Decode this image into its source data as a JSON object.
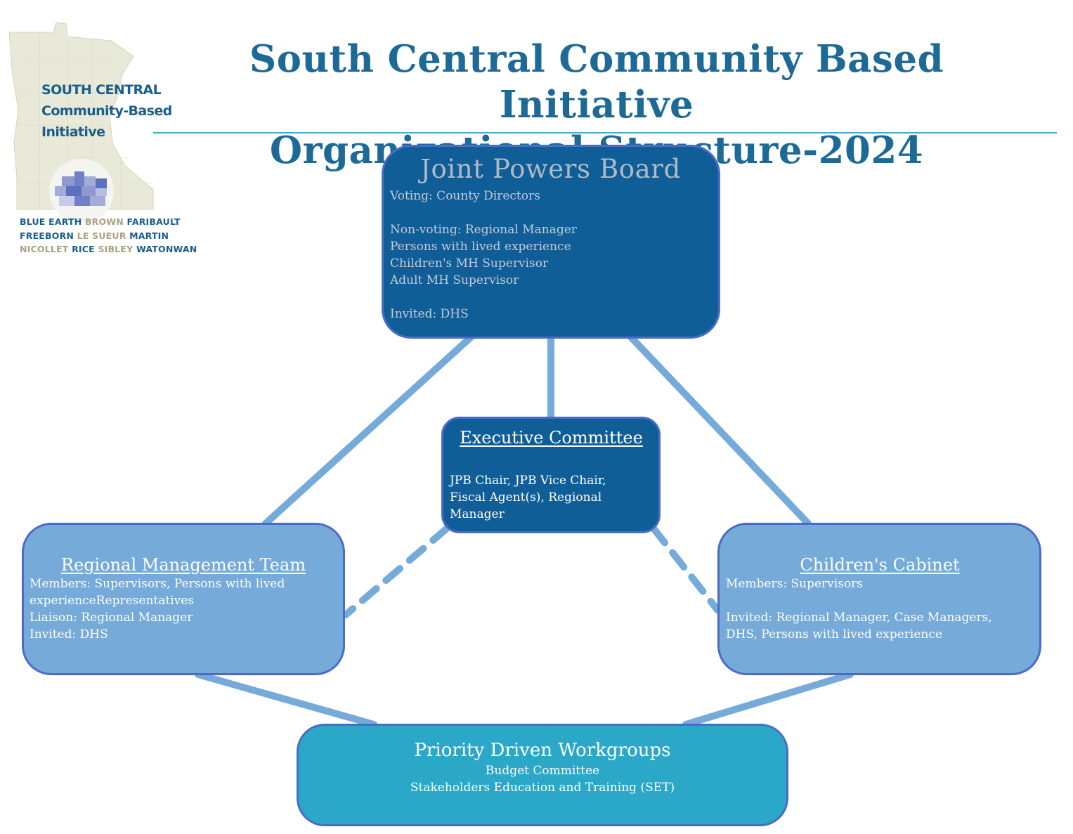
{
  "title": {
    "line1": "South Central Community Based Initiative",
    "line2": "Organizational Structure-2024"
  },
  "logo": {
    "name_lines": [
      "SOUTH CENTRAL",
      "Community-Based",
      "Initiative"
    ],
    "counties": [
      [
        {
          "name": "BLUE EARTH",
          "tone": "blue"
        },
        {
          "name": "BROWN",
          "tone": "tan"
        },
        {
          "name": "FARIBAULT",
          "tone": "blue"
        }
      ],
      [
        {
          "name": "FREEBORN",
          "tone": "blue"
        },
        {
          "name": "LE SUEUR",
          "tone": "tan"
        },
        {
          "name": "MARTIN",
          "tone": "blue"
        }
      ],
      [
        {
          "name": "NICOLLET",
          "tone": "tan"
        },
        {
          "name": "RICE",
          "tone": "blue"
        },
        {
          "name": "SIBLEY",
          "tone": "tan"
        },
        {
          "name": "WATONWAN",
          "tone": "blue"
        }
      ]
    ]
  },
  "joint_powers_board": {
    "title": "Joint Powers Board",
    "voting": "Voting: County Directors",
    "non_voting": [
      "Non-voting: Regional Manager",
      "Persons with lived experience",
      "Children's MH Supervisor",
      "Adult MH Supervisor"
    ],
    "invited": "Invited: DHS"
  },
  "executive_committee": {
    "title": "Executive Committee",
    "lines": [
      "JPB Chair, JPB Vice Chair,",
      "Fiscal Agent(s), Regional",
      "Manager"
    ]
  },
  "regional_management_team": {
    "title": "Regional Management Team ",
    "lines": [
      "Members: Supervisors, Persons with lived",
      "experienceRepresentatives",
      "Liaison: Regional Manager",
      "Invited: DHS"
    ]
  },
  "childrens_cabinet": {
    "title": "Children's Cabinet",
    "members": "Members: Supervisors",
    "invited": [
      "Invited: Regional Manager, Case Managers,",
      "DHS, Persons with lived experience"
    ]
  },
  "priority_workgroups": {
    "title": "Priority Driven Workgroups",
    "lines": [
      "Budget Committee",
      "Stakeholders Education and Training (SET)"
    ]
  },
  "colors": {
    "title": "#1d6a96",
    "dark_box": "#105e98",
    "light_box": "#75aad9",
    "teal_box": "#2ba8c7",
    "box_border": "#4a6cc8",
    "connector": "#75aad9"
  }
}
